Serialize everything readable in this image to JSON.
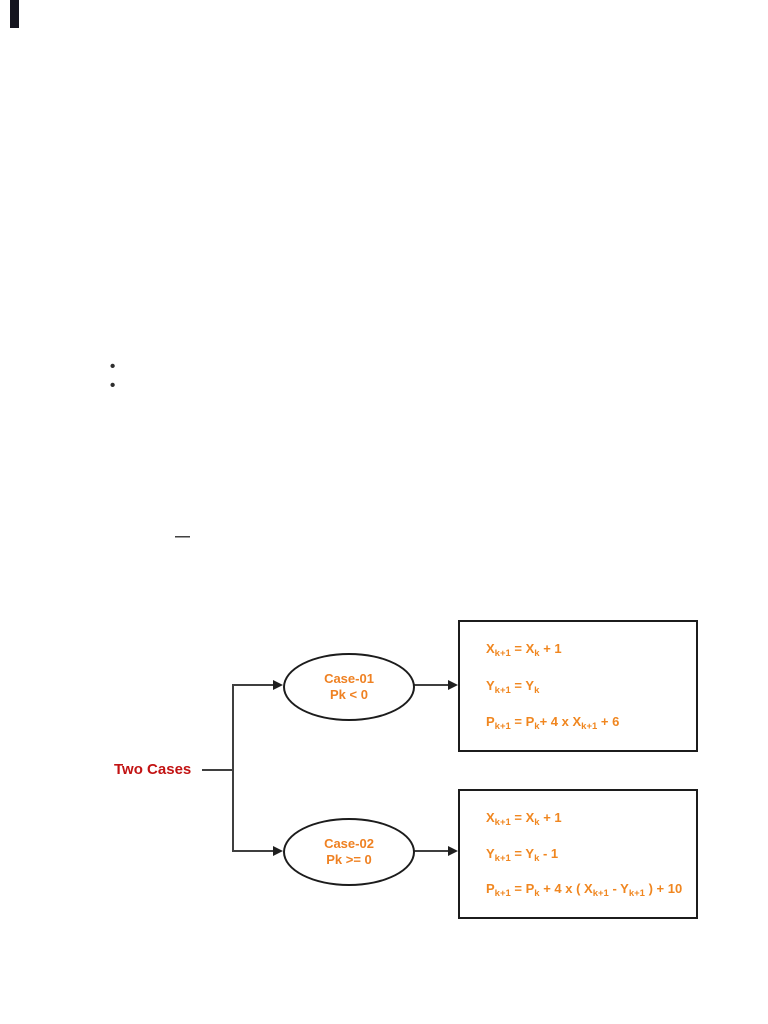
{
  "page_marks": {
    "bullets": [
      "•",
      "•"
    ],
    "dash": "—",
    "corner_bar_color": "#15151f"
  },
  "colors": {
    "root_label": "#c21313",
    "node_text": "#ef8122",
    "formula_text": "#f0861f",
    "line": "#3f3f3f",
    "shape_border": "#1c1c1c",
    "background": "#ffffff"
  },
  "diagram": {
    "root": {
      "label": "Two Cases"
    },
    "cases": [
      {
        "name": "Case-01",
        "condition": "Pk < 0",
        "formulas": [
          [
            "X",
            "_k+1",
            " = X",
            "_k",
            " + 1"
          ],
          [
            "Y",
            "_k+1",
            " = Y",
            "_k"
          ],
          [
            "P",
            "_k+1",
            " = P",
            "_k",
            "+ 4 x X",
            "_k+1",
            " + 6"
          ]
        ]
      },
      {
        "name": "Case-02",
        "condition": "Pk >= 0",
        "formulas": [
          [
            "X",
            "_k+1",
            " = X",
            "_k",
            " + 1"
          ],
          [
            "Y",
            "_k+1",
            " = Y",
            "_k",
            " - 1"
          ],
          [
            "P",
            "_k+1",
            " = P",
            "_k",
            " + 4 x ( X",
            "_k+1",
            " - Y",
            "_k+1",
            " ) + 10"
          ]
        ]
      }
    ]
  }
}
